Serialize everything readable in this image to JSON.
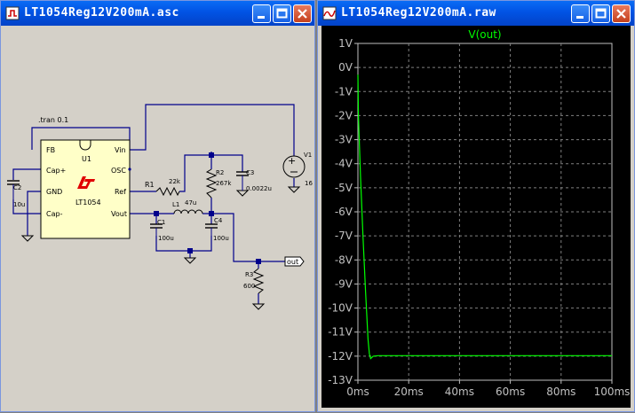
{
  "schematic_window": {
    "title": "LT1054Reg12V200mA.asc",
    "directive": ".tran 0.1",
    "ic": {
      "ref": "U1",
      "name": "LT1054",
      "pins": {
        "fb": "FB",
        "vin": "Vin",
        "cap_plus": "Cap+",
        "osc": "OSC",
        "gnd": "GND",
        "ref": "Ref",
        "cap_minus": "Cap-",
        "vout": "Vout"
      }
    },
    "components": {
      "r1": {
        "ref": "R1",
        "value": "22k"
      },
      "r2": {
        "ref": "R2",
        "value": "267k"
      },
      "r3": {
        "ref": "R3",
        "value": "600"
      },
      "c1": {
        "ref": "C1",
        "value": "100u"
      },
      "c2": {
        "ref": "C2",
        "value": "10u"
      },
      "c3": {
        "ref": "C3",
        "value": "0.0022u"
      },
      "c4": {
        "ref": "C4",
        "value": "100u"
      },
      "l1": {
        "ref": "L1",
        "value": "47u"
      },
      "v1": {
        "ref": "V1",
        "value": "16"
      }
    },
    "out_label": "out"
  },
  "waveform_window": {
    "title": "LT1054Reg12V200mA.raw",
    "trace_label": "V(out)",
    "trace_color": "#00ff00"
  },
  "chart_data": {
    "type": "line",
    "title": "V(out)",
    "xlim": [
      0,
      100
    ],
    "ylim": [
      -13,
      1
    ],
    "x_ticks": [
      "0ms",
      "20ms",
      "40ms",
      "60ms",
      "80ms",
      "100ms"
    ],
    "y_ticks": [
      "1V",
      "0V",
      "-1V",
      "-2V",
      "-3V",
      "-4V",
      "-5V",
      "-6V",
      "-7V",
      "-8V",
      "-9V",
      "-10V",
      "-11V",
      "-12V",
      "-13V"
    ],
    "grid": true,
    "series": [
      {
        "name": "V(out)",
        "x_ms": [
          0,
          0.2,
          1,
          2,
          3,
          4,
          4.5,
          5,
          6,
          8,
          10,
          20,
          40,
          60,
          80,
          100
        ],
        "y_v": [
          -0.3,
          -2.0,
          -4.5,
          -7.0,
          -9.3,
          -11.3,
          -11.9,
          -12.1,
          -12.0,
          -11.98,
          -11.98,
          -11.98,
          -11.98,
          -11.98,
          -11.98,
          -11.98
        ]
      }
    ]
  }
}
